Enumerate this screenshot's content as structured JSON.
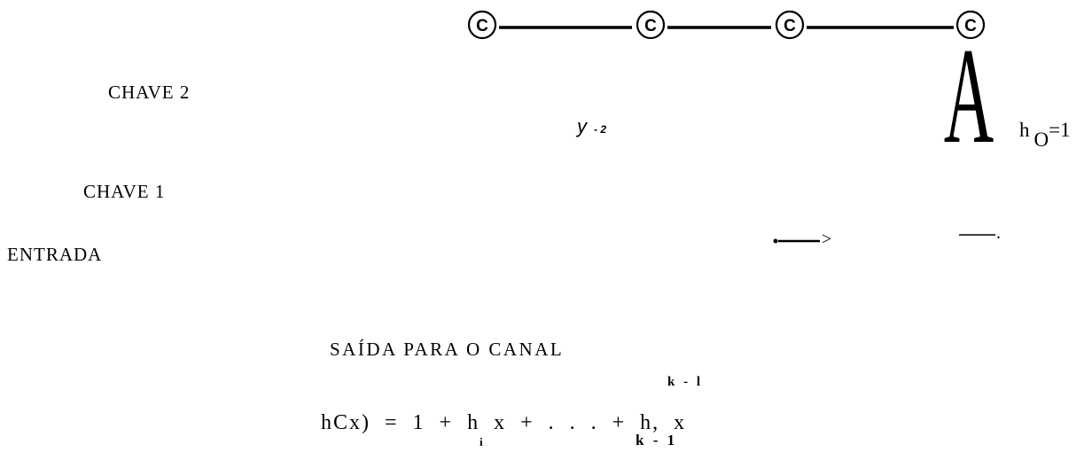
{
  "diagram": {
    "register_symbol": "C",
    "adder_symbol": "A",
    "labels": {
      "chave2": "CHAVE   2",
      "chave1": "CHAVE   1",
      "entrada": "ENTRADA",
      "saida": "SAÍDA  PARA  O  CANAL",
      "y_var": "y",
      "y_sub": "- 2",
      "h0_h": "h",
      "h0_o": "O",
      "h0_rest": "=1",
      "arrow_head": ">",
      "dot": "."
    },
    "polynomial": {
      "main": "hCx)  =  1  +  h  x  +  . . .  +  h,      x",
      "sub_i": "i",
      "sub_k": "k - 1",
      "sup_k": "k - l"
    }
  }
}
